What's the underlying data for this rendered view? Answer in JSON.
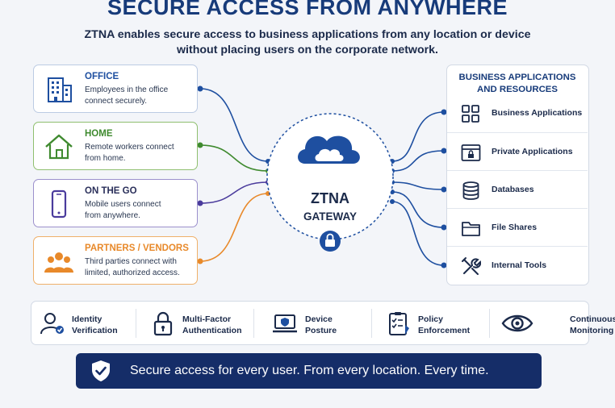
{
  "title": "SECURE ACCESS FROM ANYWHERE",
  "subtitle_line1": "ZTNA enables secure access to business applications from any location or device",
  "subtitle_line2": "without placing users on the corporate network.",
  "sources": [
    {
      "title": "OFFICE",
      "desc_line1": "Employees in the office",
      "desc_line2": "connect securely.",
      "icon": "office-building-icon",
      "color": "#1e4fa0"
    },
    {
      "title": "HOME",
      "desc_line1": "Remote workers connect",
      "desc_line2": "from home.",
      "icon": "house-icon",
      "color": "#3f8a2f"
    },
    {
      "title": "ON THE GO",
      "desc_line1": "Mobile users connect",
      "desc_line2": "from anywhere.",
      "icon": "mobile-phone-icon",
      "color": "#4a3b9c"
    },
    {
      "title": "PARTNERS / VENDORS",
      "desc_line1": "Third parties connect with",
      "desc_line2": "limited, authorized access.",
      "icon": "people-group-icon",
      "color": "#e8892a"
    }
  ],
  "gateway": {
    "line1": "ZTNA",
    "line2": "GATEWAY",
    "icon": "cloud-icon",
    "badge_icon": "lock-icon"
  },
  "resources": {
    "title_line1": "BUSINESS APPLICATIONS",
    "title_line2": "AND RESOURCES",
    "items": [
      {
        "label": "Business Applications",
        "icon": "app-grid-icon"
      },
      {
        "label": "Private Applications",
        "icon": "locked-window-icon"
      },
      {
        "label": "Databases",
        "icon": "database-icon"
      },
      {
        "label": "File Shares",
        "icon": "folder-icon"
      },
      {
        "label": "Internal Tools",
        "icon": "tools-icon"
      }
    ]
  },
  "features": [
    {
      "line1": "Identity",
      "line2": "Verification",
      "icon": "user-check-icon"
    },
    {
      "line1": "Multi-Factor",
      "line2": "Authentication",
      "icon": "padlock-icon"
    },
    {
      "line1": "Device",
      "line2": "Posture",
      "icon": "laptop-shield-icon"
    },
    {
      "line1": "Policy",
      "line2": "Enforcement",
      "icon": "checklist-icon"
    },
    {
      "line1": "Continuous",
      "line2": "Monitoring",
      "icon": "eye-icon"
    }
  ],
  "banner": {
    "text": "Secure access for every user. From every location. Every time.",
    "icon": "shield-check-icon"
  },
  "colors": {
    "primary": "#173b7a",
    "office": "#1e4fa0",
    "home": "#3f8a2f",
    "mobile": "#4a3b9c",
    "partners": "#e8892a",
    "banner": "#152d68"
  }
}
